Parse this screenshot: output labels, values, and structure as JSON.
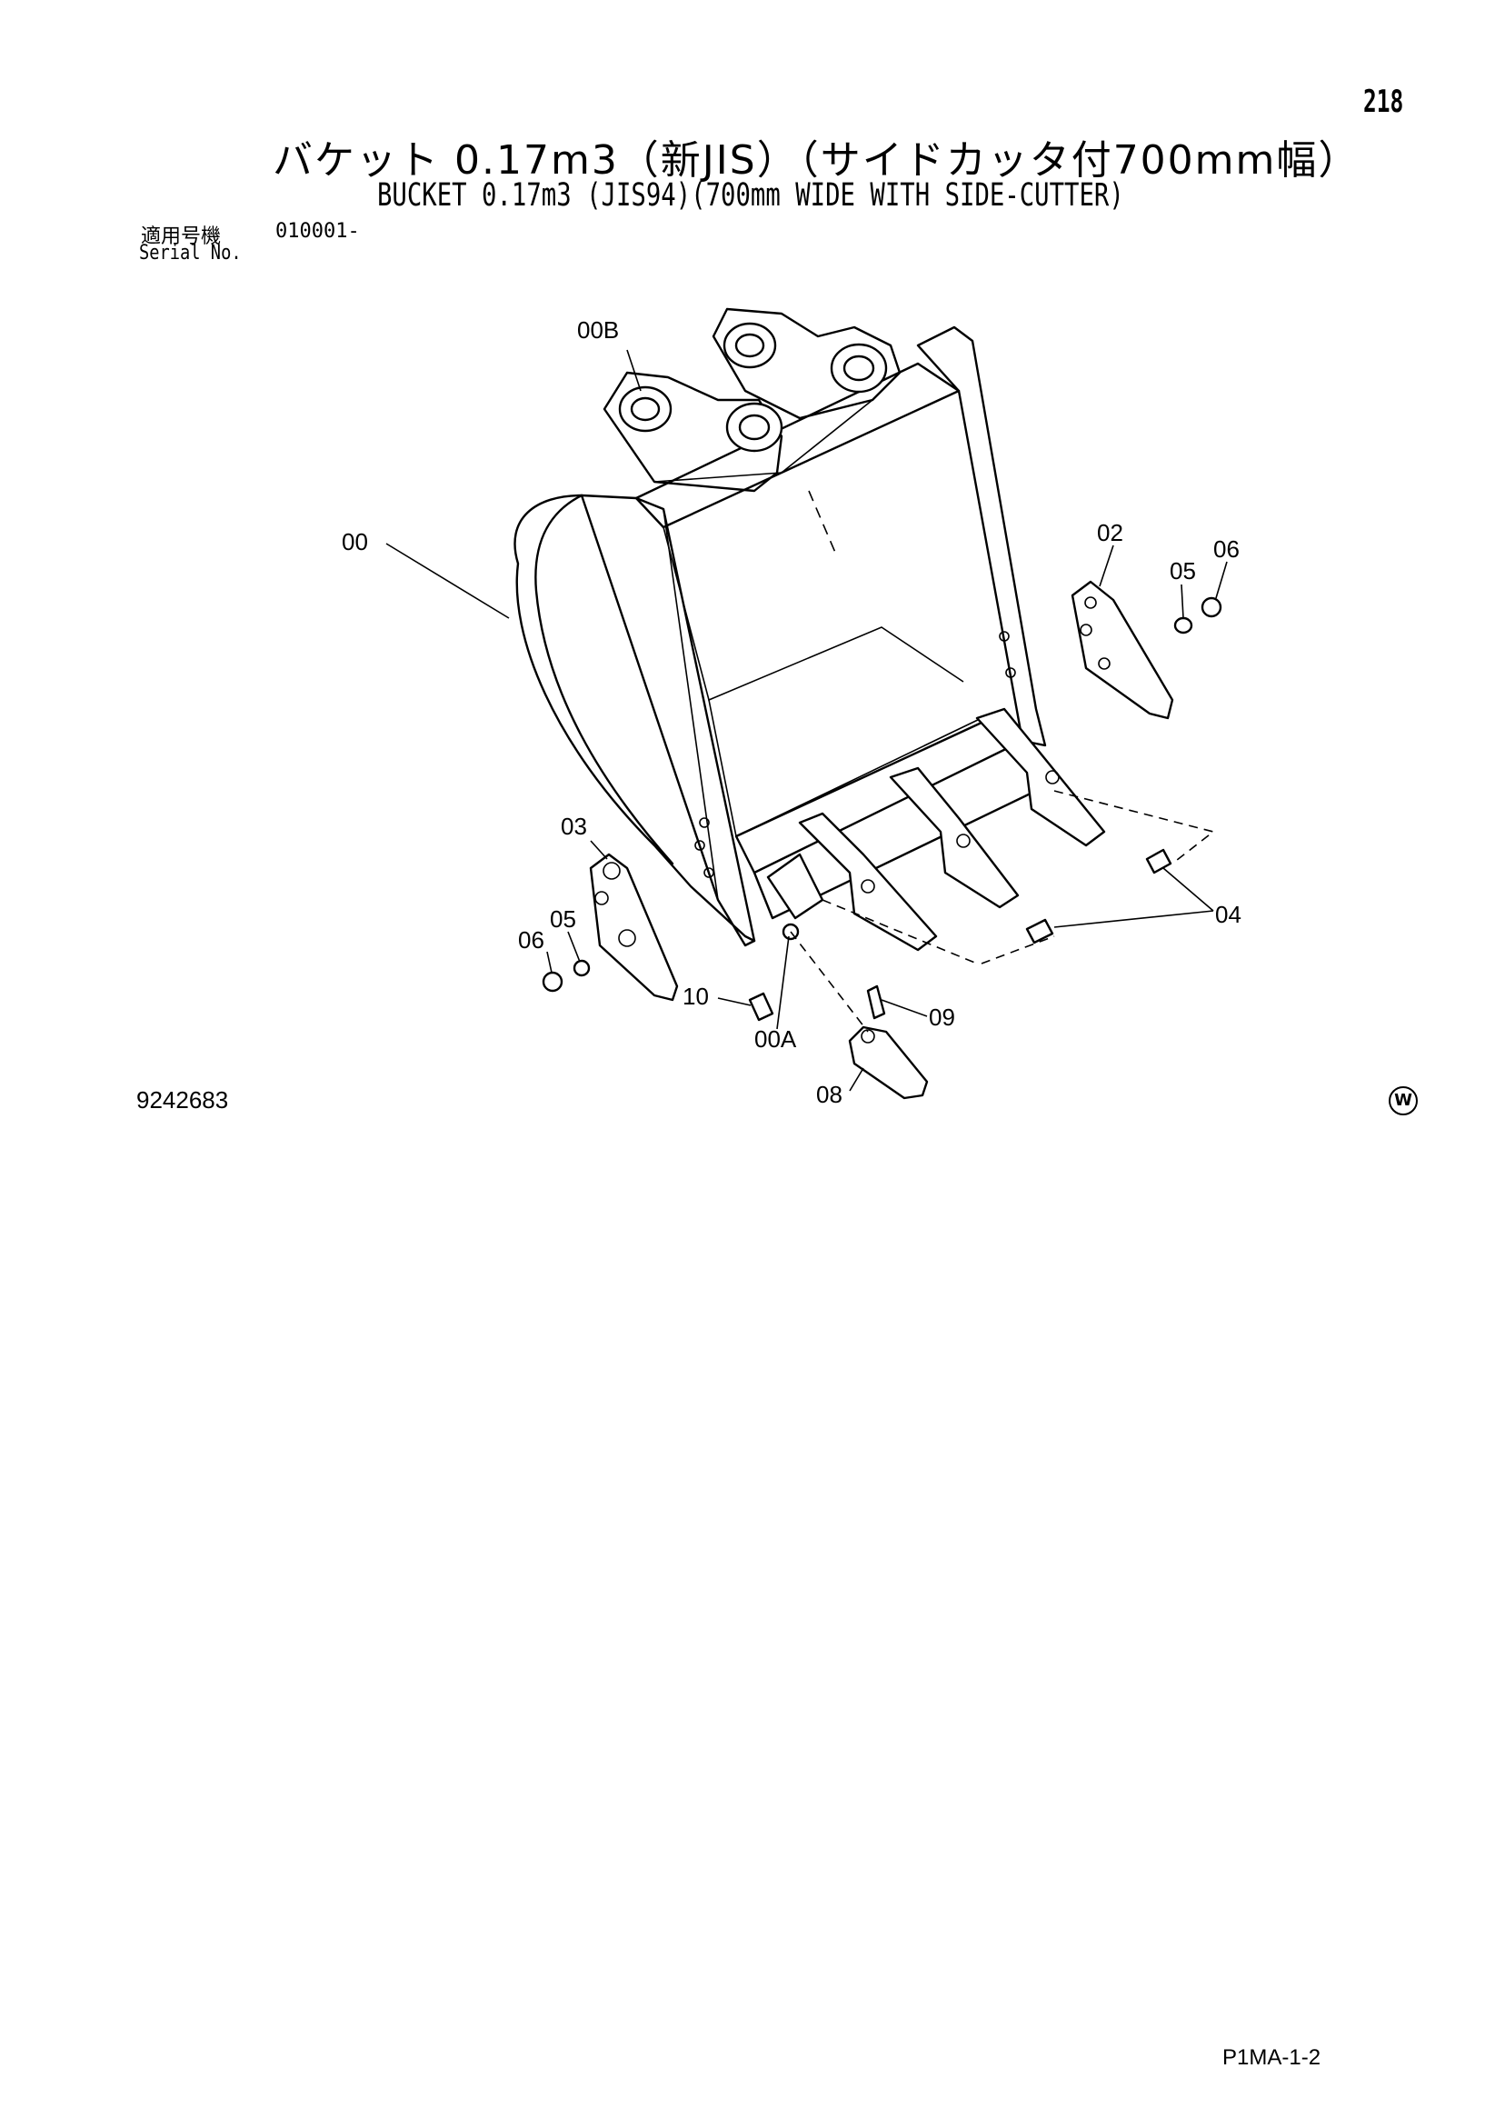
{
  "page_number": "218",
  "title_ja": "バケット 0.17m3（新JIS）（サイドカッタ付700mm幅）",
  "title_en": "BUCKET 0.17m3 (JIS94)(700mm WIDE WITH SIDE-CUTTER)",
  "serial": {
    "label_ja": "適用号機",
    "value": "010001-",
    "label_en": "Serial No."
  },
  "callouts": {
    "c00B": "00B",
    "c00": "00",
    "c02": "02",
    "c05a": "05",
    "c06a": "06",
    "c03": "03",
    "c05b": "05",
    "c06b": "06",
    "c04": "04",
    "c10": "10",
    "c00A": "00A",
    "c09": "09",
    "c08": "08"
  },
  "drawing_number": "9242683",
  "watermark": "W",
  "page_code": "P1MA-1-2"
}
